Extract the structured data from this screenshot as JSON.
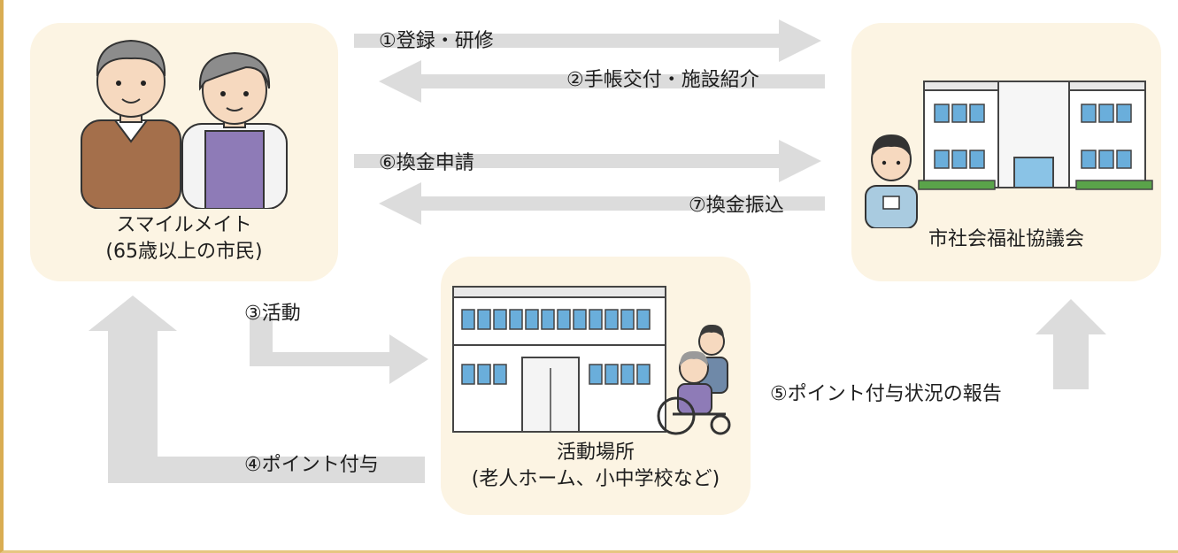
{
  "flows": {
    "register": "①登録・研修",
    "handbook": "②手帳交付・施設紹介",
    "exchange_apply": "⑥換金申請",
    "exchange_transfer": "⑦換金振込",
    "activity": "③活動",
    "point_grant": "④ポイント付与",
    "report": "⑤ポイント付与状況の報告"
  },
  "nodes": {
    "person": {
      "line1": "スマイルメイト",
      "line2": "(65歳以上の市民)"
    },
    "council": {
      "line1": "市社会福祉協議会"
    },
    "place": {
      "line1": "活動場所",
      "line2": "(老人ホーム、小中学校など)"
    }
  },
  "colors": {
    "frame_border": "#d9ad52",
    "box_fill": "#fcf4e3",
    "arrow": "#dcdcdc",
    "window_blue": "#6aaedb"
  }
}
